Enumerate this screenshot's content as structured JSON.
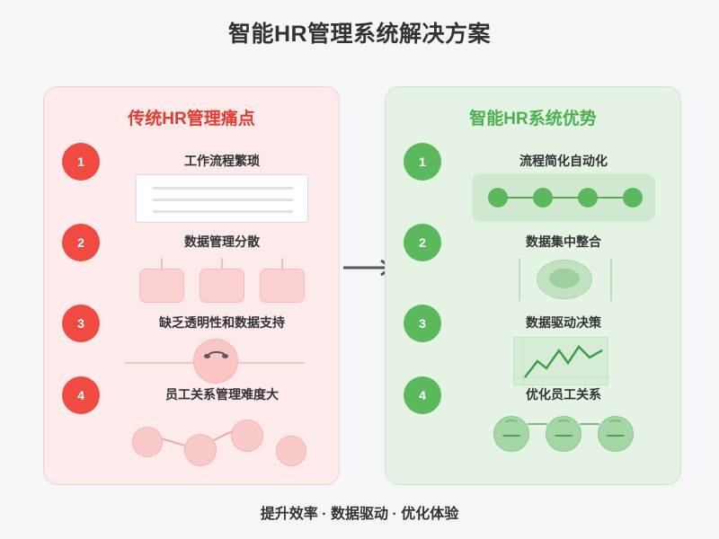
{
  "title": "智能HR管理系统解决方案",
  "footer": "提升效率 · 数据驱动 · 优化体验",
  "arrow": {
    "icon": "arrow-right-icon",
    "color": "#555555"
  },
  "colors": {
    "background": "#f5f6f8",
    "pain_panel_bg": "#fdeaea",
    "pain_panel_border": "#f8cdcd",
    "pain_accent": "#e23b32",
    "pain_badge": "#ef4b42",
    "benefit_panel_bg": "#e5f3e5",
    "benefit_panel_border": "#cbe7cb",
    "benefit_accent": "#4caf50",
    "benefit_badge": "#5cb85c",
    "title_text": "#333333"
  },
  "left_panel": {
    "title": "传统HR管理痛点",
    "items": [
      {
        "number": "1",
        "label": "工作流程繁琐",
        "art": "document-form-icon"
      },
      {
        "number": "2",
        "label": "数据管理分散",
        "art": "scattered-cards-icon"
      },
      {
        "number": "3",
        "label": "缺乏透明性和数据支持",
        "art": "sad-face-icon"
      },
      {
        "number": "4",
        "label": "员工关系管理难度大",
        "art": "disconnected-network-icon"
      }
    ]
  },
  "right_panel": {
    "title": "智能HR系统优势",
    "items": [
      {
        "number": "1",
        "label": "流程简化自动化",
        "art": "workflow-chain-icon"
      },
      {
        "number": "2",
        "label": "数据集中整合",
        "art": "database-icon"
      },
      {
        "number": "3",
        "label": "数据驱动决策",
        "art": "trend-chart-icon"
      },
      {
        "number": "4",
        "label": "优化员工关系",
        "art": "connected-people-icon"
      }
    ]
  }
}
